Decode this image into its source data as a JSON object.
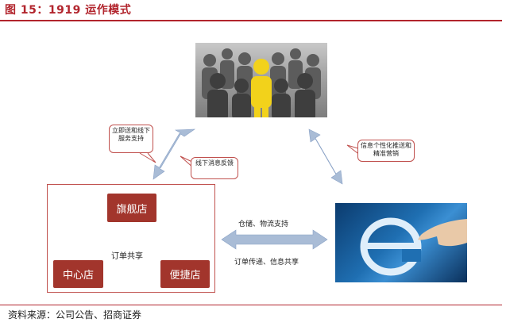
{
  "figure": {
    "title": "图 15：1919 运作模式",
    "source": "资料来源：公司公告、招商证券"
  },
  "stores": {
    "flagship": "旗舰店",
    "center": "中心店",
    "convenience": "便捷店",
    "shared_label": "订单共享"
  },
  "callouts": {
    "instant_delivery": "立即送和线下服务支持",
    "offline_feedback": "线下消息反馈",
    "personalized_push": "信息个性化推送和精准营销"
  },
  "flows": {
    "warehouse_logistics": "仓储、物流支持",
    "order_info_share": "订单传递、信息共享"
  },
  "colors": {
    "accent": "#b2252d",
    "store_fill": "#a2352c",
    "arrow_fill": "#a9bcd6"
  }
}
